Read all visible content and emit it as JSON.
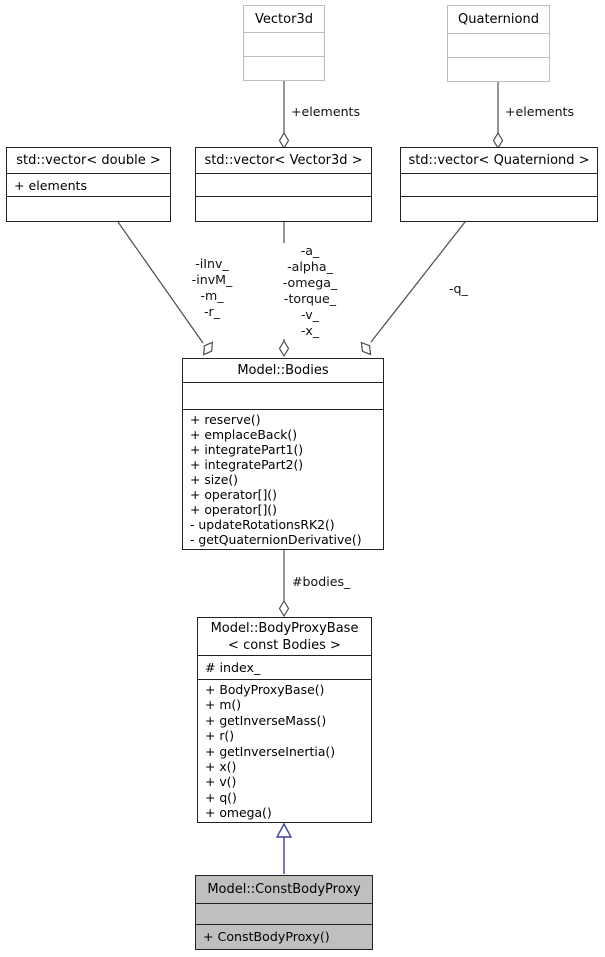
{
  "classes": {
    "vector3d": {
      "title": "Vector3d"
    },
    "quaterniond": {
      "title": "Quaterniond"
    },
    "vec_double": {
      "title": "std::vector< double >",
      "attrs": [
        "+ elements"
      ]
    },
    "vec_vector3d": {
      "title": "std::vector< Vector3d >"
    },
    "vec_quaterniond": {
      "title": "std::vector< Quaterniond >"
    },
    "bodies": {
      "title": "Model::Bodies",
      "methods": [
        "+ reserve()",
        "+ emplaceBack()",
        "+ integratePart1()",
        "+ integratePart2()",
        "+ size()",
        "+ operator[]()",
        "+ operator[]()",
        "- updateRotationsRK2()",
        "- getQuaternionDerivative()"
      ]
    },
    "body_proxy_base": {
      "title_line1": "Model::BodyProxyBase",
      "title_line2": "< const Bodies >",
      "attrs": [
        "# index_"
      ],
      "methods": [
        "+ BodyProxyBase()",
        "+ m()",
        "+ getInverseMass()",
        "+ r()",
        "+ getInverseInertia()",
        "+ x()",
        "+ v()",
        "+ q()",
        "+ omega()"
      ]
    },
    "const_body_proxy": {
      "title": "Model::ConstBodyProxy",
      "methods": [
        "+ ConstBodyProxy()"
      ]
    }
  },
  "edges": {
    "vector3d_elements": "+elements",
    "quaterniond_elements": "+elements",
    "double_members": [
      "-iInv_",
      "-invM_",
      "-m_",
      "-r_"
    ],
    "vector3d_members": [
      "-a_",
      "-alpha_",
      "-omega_",
      "-torque_",
      "-v_",
      "-x_"
    ],
    "quaterniond_member": "-q_",
    "bodies_member": "#bodies_"
  },
  "colors": {
    "edge_line": "#4c4c4c",
    "inheritance_line": "#4040a0",
    "external_box_border": "#bebebe",
    "box_border": "#222222",
    "highlight_fill": "#bfbfbf"
  }
}
